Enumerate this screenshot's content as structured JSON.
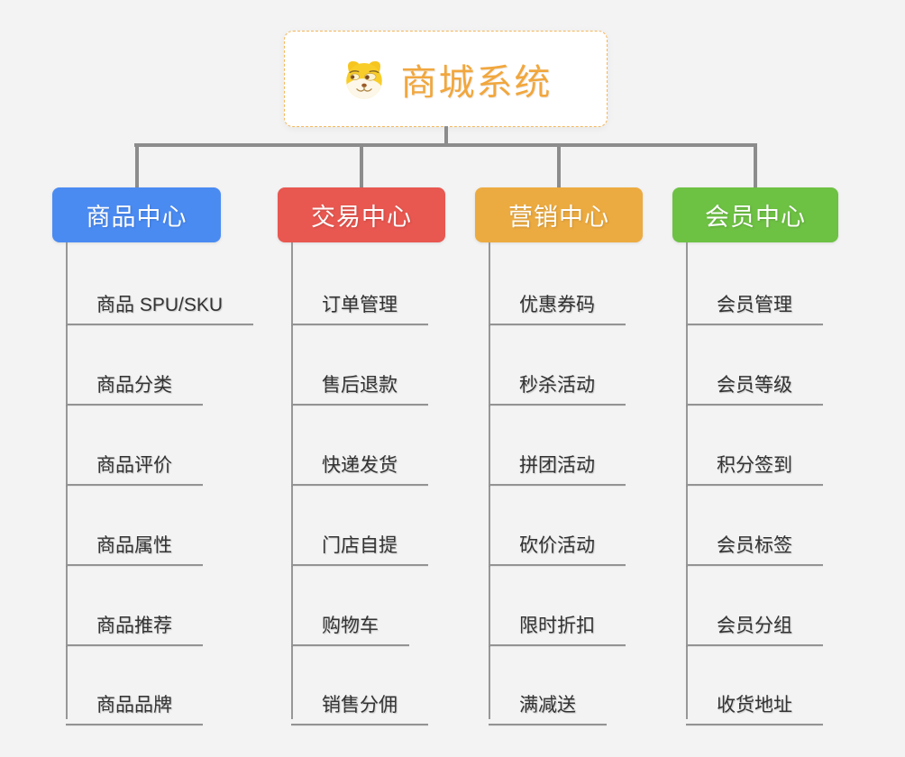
{
  "root": {
    "title": "商城系统",
    "icon": "doge-icon"
  },
  "branches": [
    {
      "label": "商品中心",
      "color": "#4a8bf2",
      "children": [
        "商品 SPU/SKU",
        "商品分类",
        "商品评价",
        "商品属性",
        "商品推荐",
        "商品品牌"
      ]
    },
    {
      "label": "交易中心",
      "color": "#e85750",
      "children": [
        "订单管理",
        "售后退款",
        "快递发货",
        "门店自提",
        "购物车",
        "销售分佣"
      ]
    },
    {
      "label": "营销中心",
      "color": "#ecab40",
      "children": [
        "优惠券码",
        "秒杀活动",
        "拼团活动",
        "砍价活动",
        "限时折扣",
        "满减送"
      ]
    },
    {
      "label": "会员中心",
      "color": "#6dc143",
      "children": [
        "会员管理",
        "会员等级",
        "积分签到",
        "会员标签",
        "会员分组",
        "收货地址"
      ]
    }
  ],
  "colors": {
    "background": "#f3f3f3",
    "root_border": "#f3b75c",
    "root_title": "#f1a73e",
    "connector": "#8c8c8c",
    "underline": "#939393",
    "child_text": "#333333",
    "node_text": "#ffffff"
  }
}
